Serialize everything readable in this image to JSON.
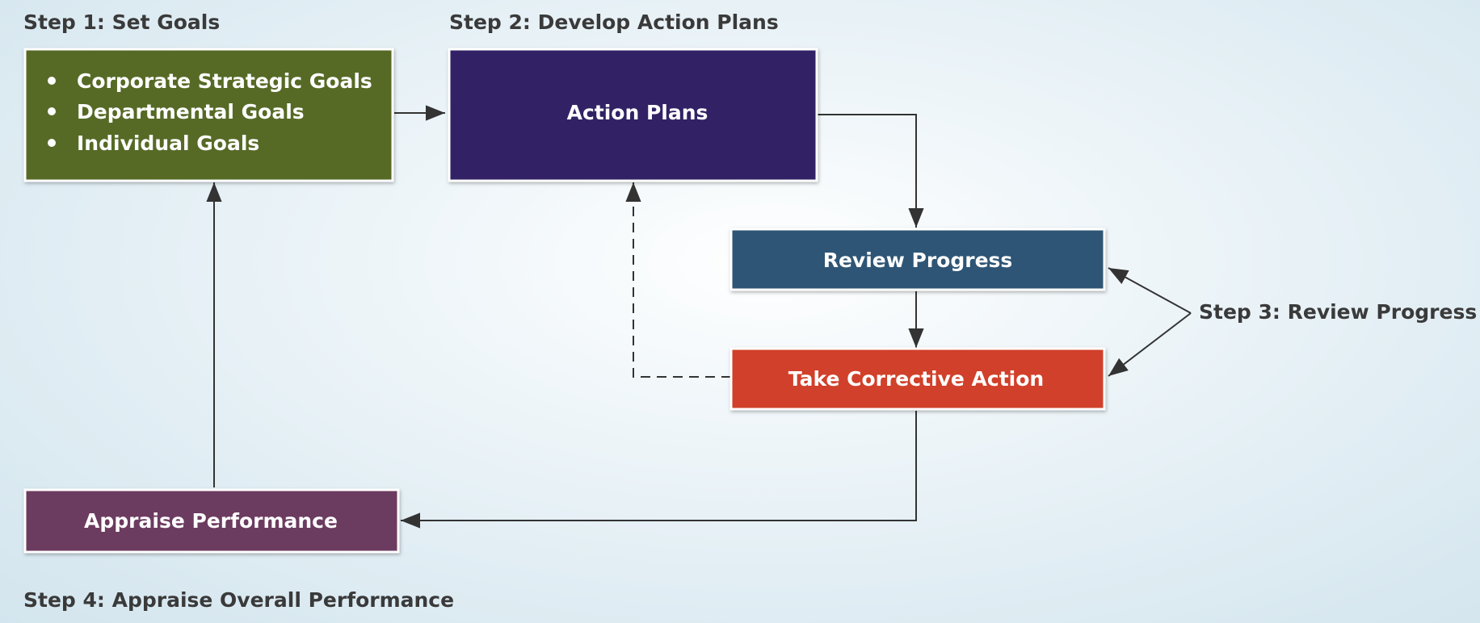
{
  "steps": {
    "step1": "Step 1: Set Goals",
    "step2": "Step 2: Develop Action Plans",
    "step3": "Step 3: Review Progress",
    "step4": "Step 4: Appraise Overall Performance"
  },
  "goals_box": {
    "color": "#566b27",
    "items": [
      "Corporate Strategic Goals",
      "Departmental Goals",
      "Individual Goals"
    ]
  },
  "action_plans_box": {
    "color": "#312365",
    "label": "Action Plans"
  },
  "review_box": {
    "color": "#2d5474",
    "label": "Review Progress"
  },
  "corrective_box": {
    "color": "#d1412c",
    "label": "Take Corrective Action"
  },
  "appraise_box": {
    "color": "#6c3a60",
    "label": "Appraise Performance"
  }
}
